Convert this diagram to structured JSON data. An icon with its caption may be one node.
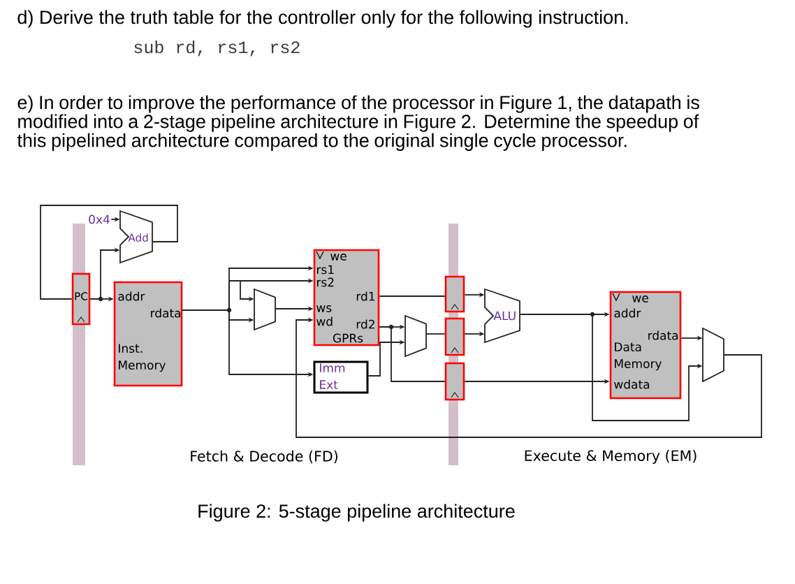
{
  "diagram": {
    "caption": "Figure 2: 5-stage pipeline architecture",
    "nodes": [
      {
        "text": [
          "0x4"
        ]
      },
      {
        "text": [
          "Add"
        ]
      },
      {
        "text": [
          "PC"
        ]
      },
      {
        "text": [
          "addr",
          "rdata",
          "Inst. Memory"
        ]
      },
      {
        "text": [],
        "shape": "trapezoid"
      },
      {
        "text": [
          "we",
          "rs1",
          "rs2",
          "rd1",
          "ws",
          "wd",
          "rd2",
          "GPRs"
        ]
      },
      {
        "text": [
          "Imm Ext"
        ]
      },
      {
        "text": [],
        "shape": "trapezoid"
      },
      {
        "text": [],
        "shape": "box"
      },
      {
        "text": [],
        "shape": "box"
      },
      {
        "text": [],
        "shape": "box"
      },
      {
        "text": [
          "ALU"
        ]
      },
      {
        "text": [
          "we",
          "addr",
          "rdata",
          "Data Memory",
          "wdata"
        ]
      },
      {
        "text": [],
        "shape": "trapezoid"
      }
    ],
    "edges": [
      {
        "from": 0,
        "to": 1,
        "arrow": "to"
      },
      {
        "from": 1,
        "to": 2,
        "arrow": "none"
      },
      {
        "from": 2,
        "to": 1,
        "arrow": "to"
      },
      {
        "from": 2,
        "to": 3,
        "arrow": "to"
      },
      {
        "from": 3,
        "to": 5,
        "arrow": "to"
      },
      {
        "from": 3,
        "to": 5,
        "arrow": "to"
      },
      {
        "from": 3,
        "to": 4,
        "arrow": "to"
      },
      {
        "from": 3,
        "to": 4,
        "arrow": "to"
      },
      {
        "from": 3,
        "to": 6,
        "arrow": "to"
      },
      {
        "from": 4,
        "to": 5,
        "arrow": "to"
      },
      {
        "from": 5,
        "to": 8,
        "arrow": "none"
      },
      {
        "from": 5,
        "to": 7,
        "arrow": "to"
      },
      {
        "from": 5,
        "to": 10,
        "arrow": "none"
      },
      {
        "from": 6,
        "to": 7,
        "arrow": "to"
      },
      {
        "from": 7,
        "to": 9,
        "arrow": "none"
      },
      {
        "from": 8,
        "to": 11,
        "arrow": "to"
      },
      {
        "from": 9,
        "to": 11,
        "arrow": "to"
      },
      {
        "from": 10,
        "to": 12,
        "arrow": "to"
      },
      {
        "from": 11,
        "to": 12,
        "arrow": "to"
      },
      {
        "from": 11,
        "to": 13,
        "arrow": "to"
      },
      {
        "from": 12,
        "to": 13,
        "arrow": "to"
      },
      {
        "from": 13,
        "to": 5,
        "arrow": "to"
      }
    ],
    "labels": [
      "d) Derive the truth table for the controller only for the following instruction.",
      "sub rd, rs1, rs2",
      "e) In order to improve the performance of the processor in Figure 1, the datapath is modified into a 2-stage pipeline architecture in Figure 2. Determine the speedup of this pipelined architecture compared to the original single cycle processor.",
      "Fetch & Decode (FD)",
      "Execute & Memory (EM)"
    ]
  }
}
